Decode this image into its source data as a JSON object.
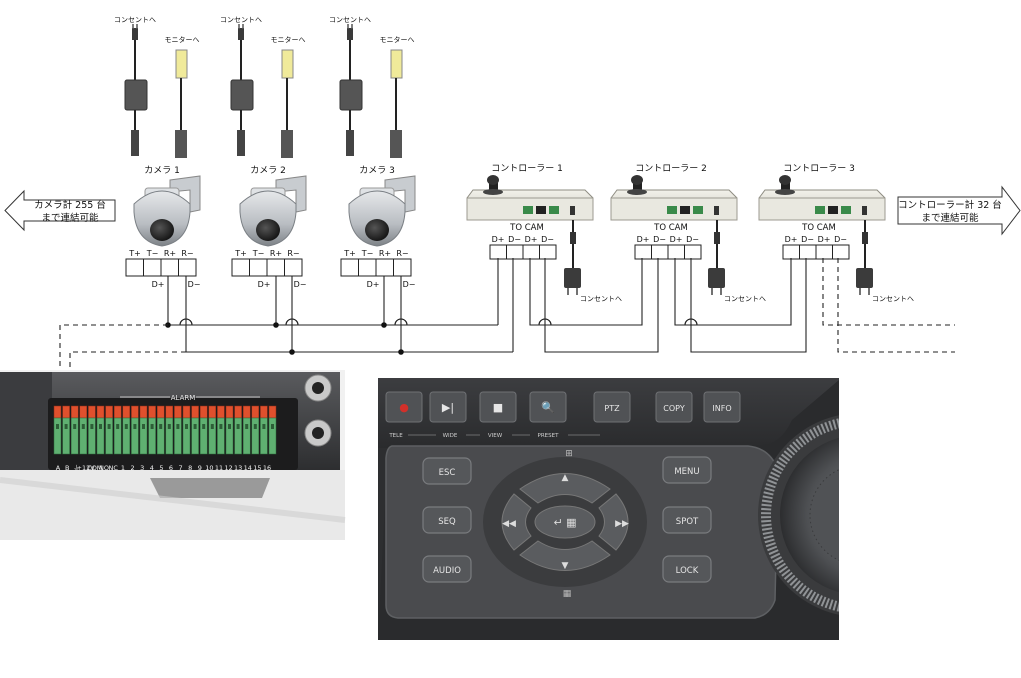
{
  "cameras": [
    {
      "label": "カメラ 1",
      "outlet": "コンセントへ",
      "monitor": "モニターへ",
      "term": [
        "T+",
        "T−",
        "R+",
        "R−"
      ],
      "dplus": "D+",
      "dminus": "D−"
    },
    {
      "label": "カメラ 2",
      "outlet": "コンセントへ",
      "monitor": "モニターへ",
      "term": [
        "T+",
        "T−",
        "R+",
        "R−"
      ],
      "dplus": "D+",
      "dminus": "D−"
    },
    {
      "label": "カメラ 3",
      "outlet": "コンセントへ",
      "monitor": "モニターへ",
      "term": [
        "T+",
        "T−",
        "R+",
        "R−"
      ],
      "dplus": "D+",
      "dminus": "D−"
    }
  ],
  "controllers": [
    {
      "label": "コントローラー 1",
      "to_cam": "TO CAM",
      "term": [
        "D+",
        "D−",
        "D+",
        "D−"
      ],
      "outlet": "コンセントへ"
    },
    {
      "label": "コントローラー 2",
      "to_cam": "TO CAM",
      "term": [
        "D+",
        "D−",
        "D+",
        "D−"
      ],
      "outlet": "コンセントへ"
    },
    {
      "label": "コントローラー 3",
      "to_cam": "TO CAM",
      "term": [
        "D+",
        "D−",
        "D+",
        "D−"
      ],
      "outlet": "コンセントへ"
    }
  ],
  "left_arrow": {
    "line1": "カメラ計 255 台",
    "line2": "まで連結可能"
  },
  "right_arrow": {
    "line1": "コントローラー計 32 台",
    "line2": "まで連結可能"
  },
  "alarm_panel": {
    "header": "ALARM",
    "pins": [
      "A",
      "B",
      "⏚",
      "+12V",
      "COM",
      "NO",
      "NC",
      "1",
      "2",
      "3",
      "4",
      "5",
      "6",
      "7",
      "8",
      "9",
      "10",
      "11",
      "12",
      "13",
      "14",
      "15",
      "16"
    ]
  },
  "dvr_panel": {
    "top_buttons": [
      "●",
      "▶|",
      "■",
      "🔍",
      "PTZ",
      "COPY",
      "INFO"
    ],
    "top_labels": [
      "TELE",
      "WIDE",
      "VIEW",
      "PRESET"
    ],
    "left_buttons": [
      "ESC",
      "SEQ",
      "AUDIO"
    ],
    "right_buttons": [
      "MENU",
      "SPOT",
      "LOCK"
    ],
    "nav": {
      "up": "▲",
      "down": "▼",
      "left": "◀◀",
      "right": "▶▶",
      "center": "↵ ▦",
      "top_glyph": "⊞",
      "bottom_glyph": "▦"
    }
  },
  "colors": {
    "alarm_red": "#e0502d",
    "alarm_green": "#5fb071",
    "panel_dark": "#3a3b3d",
    "panel_face": "#4a4b4e",
    "button": "#55575a"
  }
}
